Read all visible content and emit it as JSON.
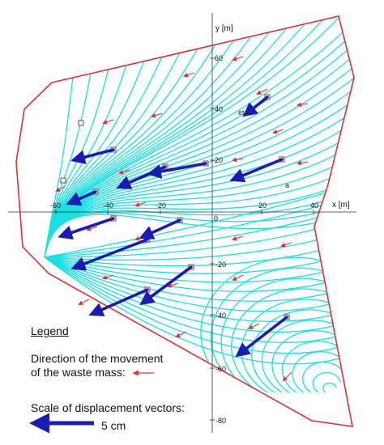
{
  "diagram": {
    "x_axis_label": "x [m]",
    "y_axis_label": "y [m]",
    "x_ticks": [
      "-60",
      "-40",
      "-20",
      "0",
      "20",
      "40"
    ],
    "y_ticks": [
      "60",
      "40",
      "20",
      "-20",
      "-40",
      "-60",
      "-80"
    ],
    "point_labels": [
      "eta",
      "a"
    ],
    "colors": {
      "streamlines": "#19e0e0",
      "boundary": "#e03030",
      "displacement_vectors": "#1a1ab5",
      "direction_arrows": "#e03030"
    }
  },
  "legend": {
    "title": "Legend",
    "direction_line1": "Direction of the movement",
    "direction_line2": "of the waste mass:",
    "scale_label": "Scale of displacement vectors:",
    "scale_value": "5 cm"
  }
}
